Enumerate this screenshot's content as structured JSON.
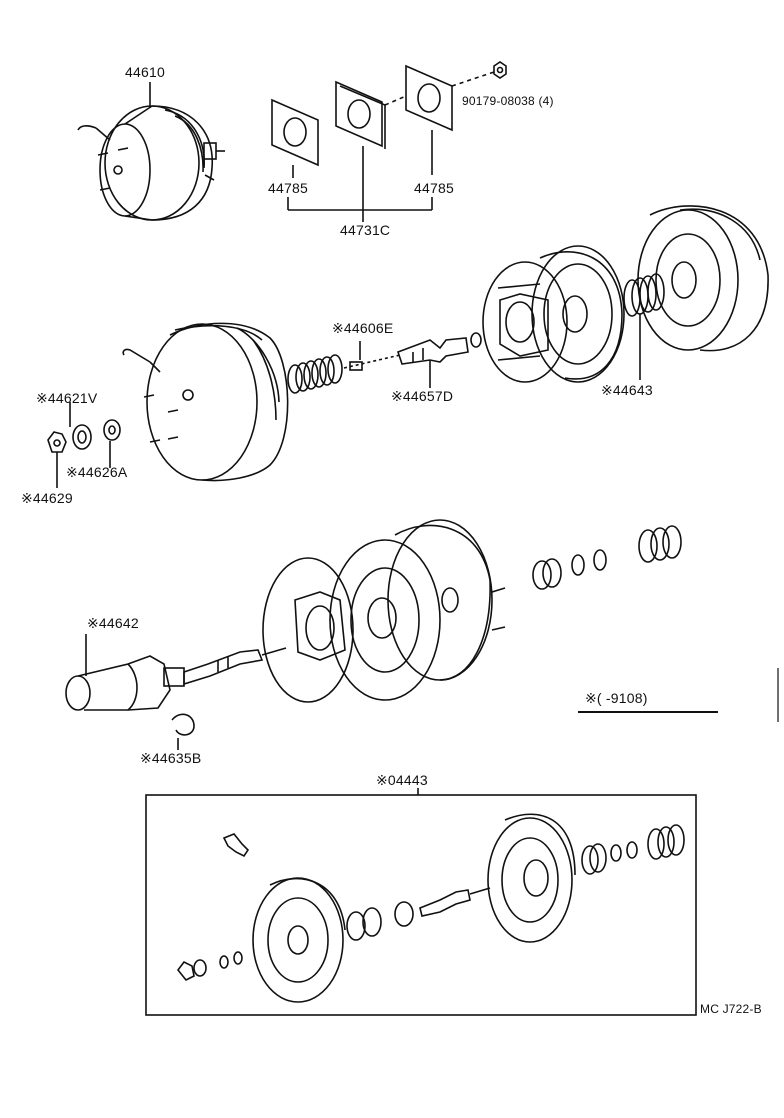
{
  "diagram": {
    "labels": {
      "booster_assy": "44610",
      "gasket_left": "44785",
      "gasket_right": "44785",
      "gasket_set": "44731C",
      "nut": "90179-08038 (4)",
      "seal_44606E": "※44606E",
      "rod_44657D": "※44657D",
      "boot_44643": "※44643",
      "seal_44621V": "※44621V",
      "retainer_44626A": "※44626A",
      "clip_44629": "※44629",
      "body_44642": "※44642",
      "key_44635B": "※44635B",
      "kit_04443": "※04443",
      "note_range": "※(      -9108)",
      "drawing_code": "MC J722-B"
    }
  }
}
